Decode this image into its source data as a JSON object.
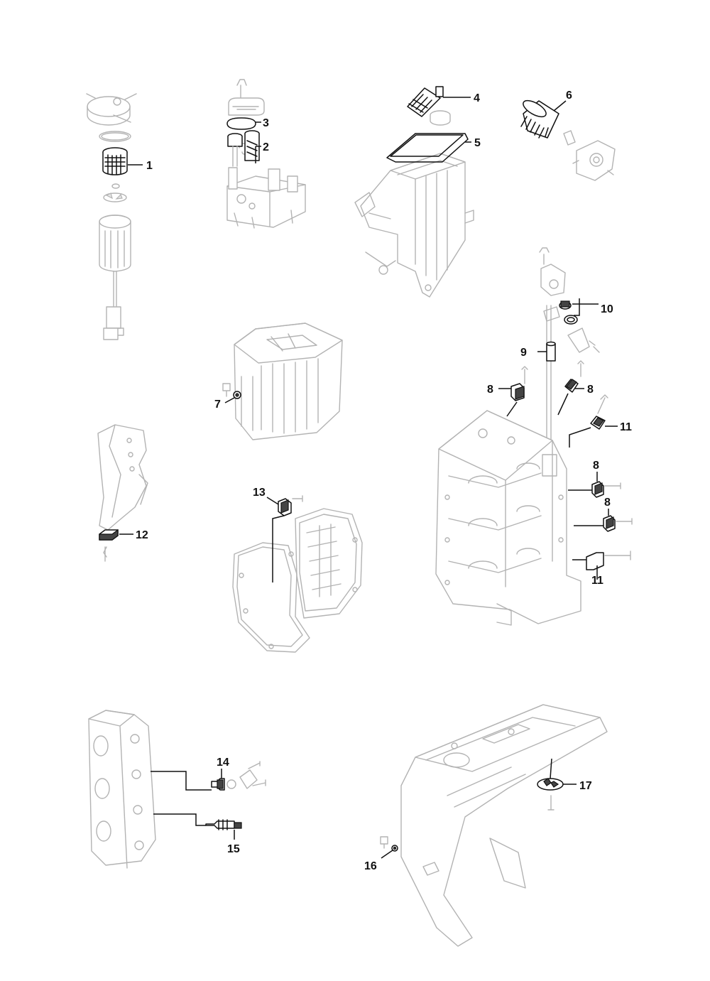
{
  "callouts": {
    "c1": "1",
    "c2": "2",
    "c3": "3",
    "c4": "4",
    "c5": "5",
    "c6": "6",
    "c7": "7",
    "c8a": "8",
    "c8b": "8",
    "c8c": "8",
    "c8d": "8",
    "c9": "9",
    "c10": "10",
    "c11a": "11",
    "c11b": "11",
    "c12": "12",
    "c13": "13",
    "c14": "14",
    "c15": "15",
    "c16": "16",
    "c17": "17"
  }
}
